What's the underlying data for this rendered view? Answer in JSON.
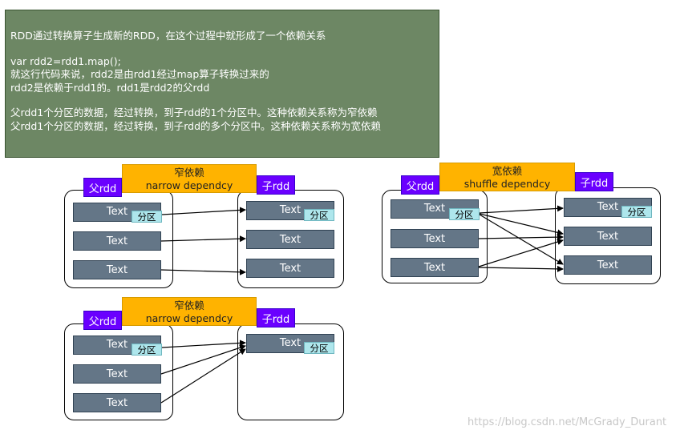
{
  "note": {
    "line1": "RDD通过转换算子生成新的RDD，在这个过程中就形成了一个依赖关系",
    "line2": "var rdd2=rdd1.map();",
    "line3": "就这行代码来说，rdd2是由rdd1经过map算子转换过来的",
    "line4": "rdd2是依赖于rdd1的。rdd1是rdd2的父rdd",
    "line5": "父rdd1个分区的数据，经过转换，到子rdd的1个分区中。这种依赖关系称为窄依赖",
    "line6": "父rdd1个分区的数据，经过转换，到子rdd的多个分区中。这种依赖关系称为宽依赖"
  },
  "labels": {
    "parent": "父rdd",
    "child": "子rdd",
    "block_text": "Text",
    "partition": "分区"
  },
  "diagram1": {
    "title": "窄依赖",
    "subtitle": "narrow dependcy"
  },
  "diagram2": {
    "title": "宽依赖",
    "subtitle": "shuffle dependcy"
  },
  "diagram3": {
    "title": "窄依赖",
    "subtitle": "narrow dependcy"
  },
  "colors": {
    "note_bg": "#6d8764",
    "tag_bg": "#6a00ff",
    "banner_bg": "#ffb300",
    "block_bg": "#647687",
    "partition_bg": "#aee6ec"
  },
  "watermark": "https://blog.csdn.net/McGrady_Durant"
}
